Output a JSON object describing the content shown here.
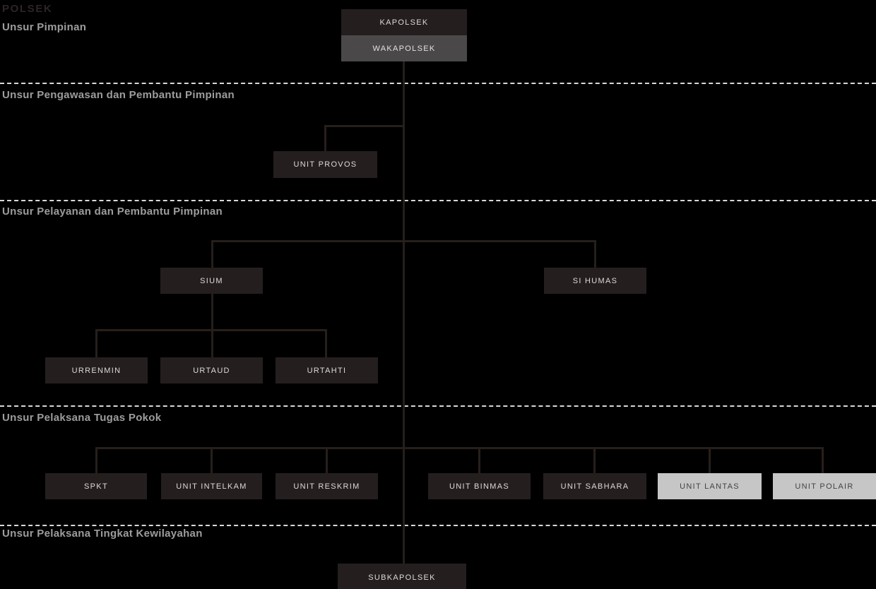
{
  "title": "POLSEK",
  "sections": [
    {
      "label": "Unsur Pimpinan"
    },
    {
      "label": "Unsur Pengawasan dan Pembantu Pimpinan"
    },
    {
      "label": "Unsur Pelayanan dan Pembantu Pimpinan"
    },
    {
      "label": "Unsur Pelaksana Tugas Pokok"
    },
    {
      "label": "Unsur Pelaksana Tingkat Kewilayahan"
    }
  ],
  "colors": {
    "background": "#000000",
    "title_text": "#2e2425",
    "section_label_text": "#9d9d9d",
    "divider": "#d8d8d8",
    "connector": "#261f1b",
    "node_dark_bg": "#241f1e",
    "node_dark_text": "#dcdada",
    "node_gray_bg": "#4b4849",
    "node_light_bg": "#c7c6c6",
    "node_light_text": "#454241"
  },
  "nodes": {
    "kapolsek": "KAPOLSEK",
    "wakapolsek": "WAKAPOLSEK",
    "unit_provos": "UNIT PROVOS",
    "sium": "SIUM",
    "si_humas": "SI HUMAS",
    "urrenmin": "URRENMIN",
    "urtaud": "URTAUD",
    "urtahti": "URTAHTI",
    "spkt": "SPKT",
    "unit_intelkam": "UNIT INTELKAM",
    "unit_reskrim": "UNIT RESKRIM",
    "unit_binmas": "UNIT BINMAS",
    "unit_sabhara": "UNIT SABHARA",
    "unit_lantas": "UNIT LANTAS",
    "unit_polair": "UNIT POLAIR",
    "subkapolsek": "SUBKAPOLSEK"
  }
}
